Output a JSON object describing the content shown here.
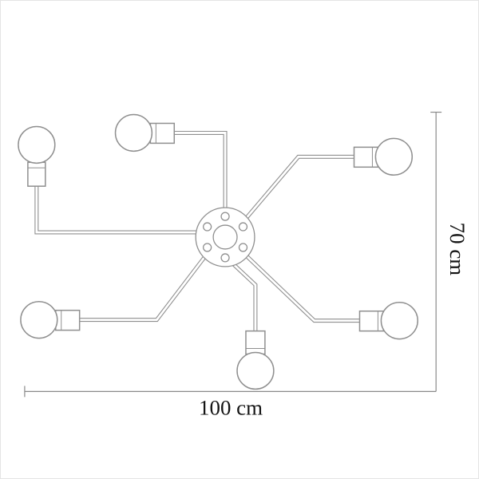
{
  "diagram": {
    "bulb_count": 6,
    "dimensions": {
      "width_label": "100 cm",
      "height_label": "70 cm"
    }
  },
  "colors": {
    "background": "#ffffff",
    "line": "#8f8f8f",
    "dim": "#8a8a8a",
    "text": "#141414"
  }
}
